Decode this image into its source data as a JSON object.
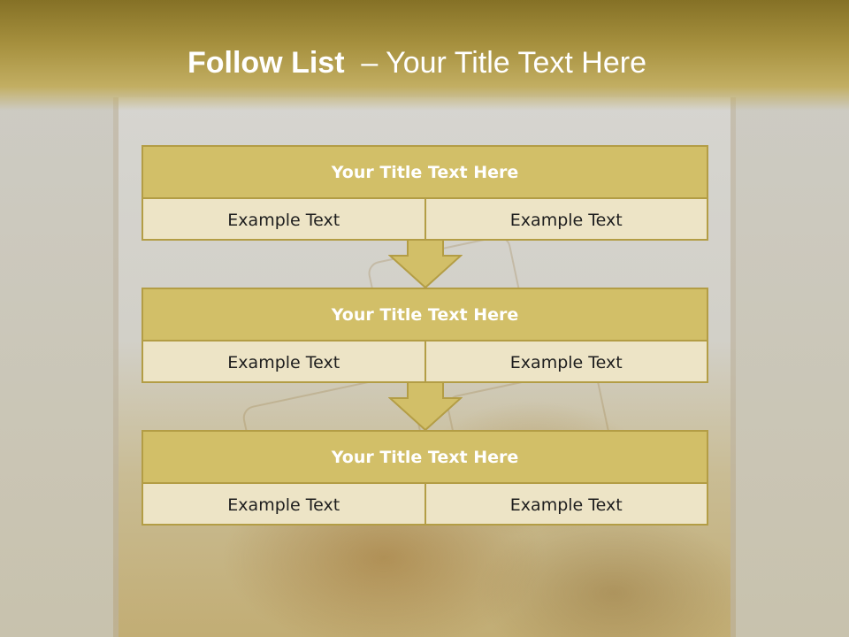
{
  "slide": {
    "title_bold": "Follow List",
    "title_rest": "  – Your Title Text Here"
  },
  "steps": [
    {
      "title": "Your Title Text Here",
      "left_text": "Example Text",
      "right_text": "Example Text"
    },
    {
      "title": "Your Title Text Here",
      "left_text": "Example Text",
      "right_text": "Example Text"
    },
    {
      "title": "Your Title Text Here",
      "left_text": "Example Text",
      "right_text": "Example Text"
    }
  ],
  "colors": {
    "header": "#9c8636",
    "block_head": "#d2bf68",
    "block_body": "#ede4c6",
    "border": "#b39d45"
  }
}
